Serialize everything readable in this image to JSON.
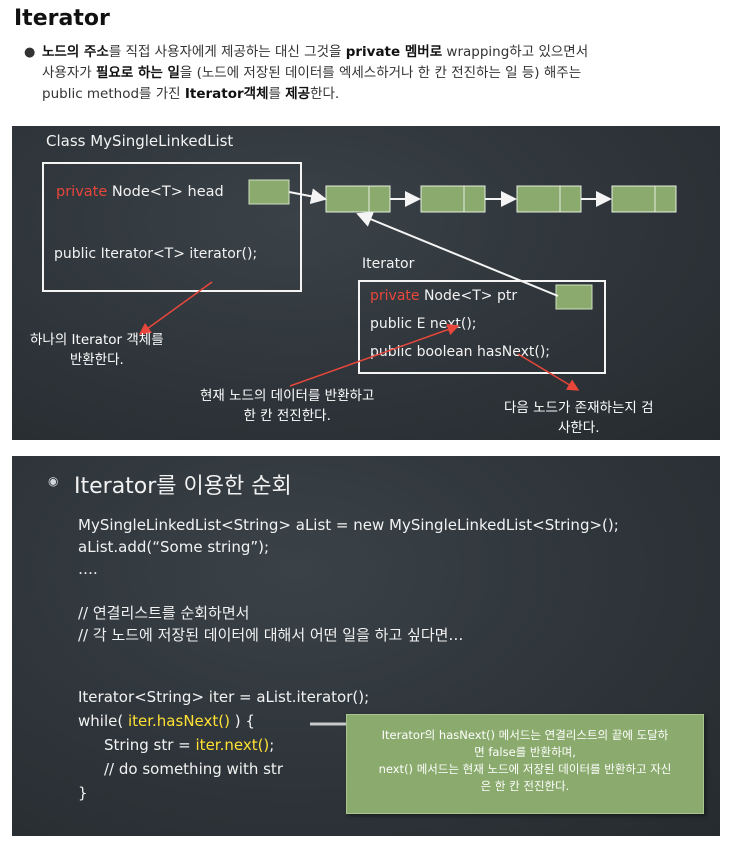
{
  "header": {
    "title": "Iterator"
  },
  "bullet": {
    "part1": "노드의 주소",
    "part2": "를 직접 사용자에게 제공하는 대신 그것을 ",
    "part3": "private 멤버로",
    "part4": " wrapping하고 있으면서",
    "part5": "사용자가 ",
    "part6": "필요로 하는 일",
    "part7": "을 (노드에 저장된 데이터를 엑세스하거나 한 칸 전진하는 일 등) 해주는",
    "part8": "public method를 가진 ",
    "part9": "Iterator객체",
    "part10": "를 ",
    "part11": "제공",
    "part12": "한다."
  },
  "slide1": {
    "class_title": "Class MySingleLinkedList",
    "head_kw": "private",
    "head_rest": " Node<T> head",
    "iterator_method": "public Iterator<T> iterator();",
    "iterator_title": "Iterator",
    "ptr_kw": "private",
    "ptr_rest": " Node<T> ptr",
    "next_method": "public E next();",
    "hasnext_method": "public boolean hasNext();",
    "note_left_1": "하나의 Iterator 객체를",
    "note_left_2": "반환한다.",
    "note_mid_1": "현재 노드의 데이터를 반환하고",
    "note_mid_2": "한 칸 전진한다.",
    "note_right_1": "다음 노드가 존재하는지 검",
    "note_right_2": "사한다."
  },
  "slide2": {
    "heading": "Iterator를 이용한 순회",
    "line1": "MySingleLinkedList<String> aList = new MySingleLinkedList<String>();",
    "line2": "aList.add(“Some string”);",
    "line3": "….",
    "comment1": "// 연결리스트를 순회하면서",
    "comment2": "// 각 노드에 저장된 데이터에 대해서 어떤 일을 하고 싶다면…",
    "line4": "Iterator<String> iter = aList.iterator();",
    "while_a": "while( ",
    "while_hl": "iter.hasNext()",
    "while_b": " ) {",
    "str_a": "String str = ",
    "str_hl": "iter.next()",
    "str_b": ";",
    "do_line": "// do something with str",
    "close": "}",
    "note_1": "Iterator의 hasNext() 메서드는 연결리스트의 끝에 도달하",
    "note_2": "면 false를 반환하며,",
    "note_3": "next() 메서드는 현재 노드에 저장된 데이터를 반환하고 자신",
    "note_4": "은 한 칸 전진한다."
  },
  "colors": {
    "slide_bg": "#2f363b",
    "node_green": "#8aab6d",
    "keyword_red": "#e8463a",
    "highlight_yellow": "#ffe033"
  }
}
